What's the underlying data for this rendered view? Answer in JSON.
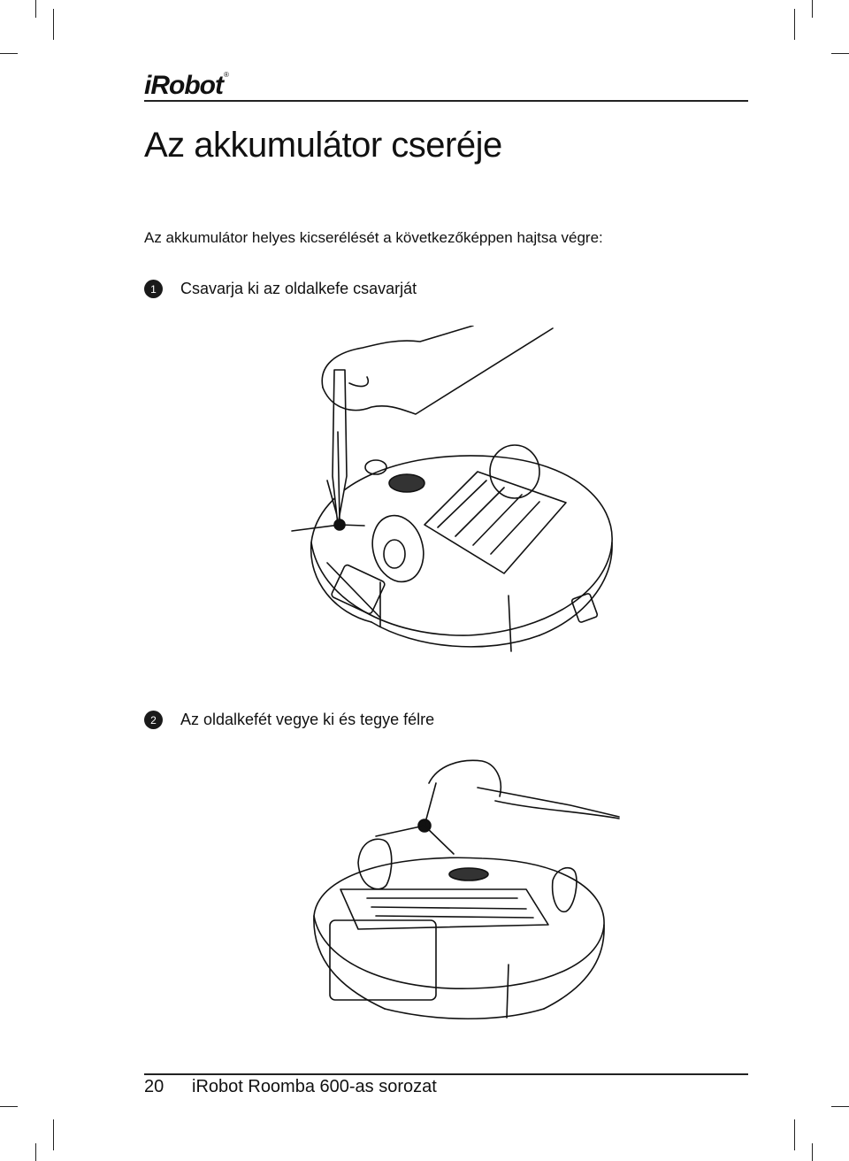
{
  "header": {
    "logo_text": "iRobot"
  },
  "title": "Az akkumulátor cseréje",
  "intro": "Az akkumulátor helyes kicserélését a következőképpen hajtsa végre:",
  "steps": [
    {
      "number": "1",
      "text": "Csavarja ki az oldalkefe csavarját",
      "illustration": "screwdriver-removing-side-brush-screw"
    },
    {
      "number": "2",
      "text": "Az oldalkefét vegye ki és tegye félre",
      "illustration": "hand-removing-side-brush"
    }
  ],
  "footer": {
    "page_number": "20",
    "product": "iRobot Roomba 600-as sorozat"
  }
}
